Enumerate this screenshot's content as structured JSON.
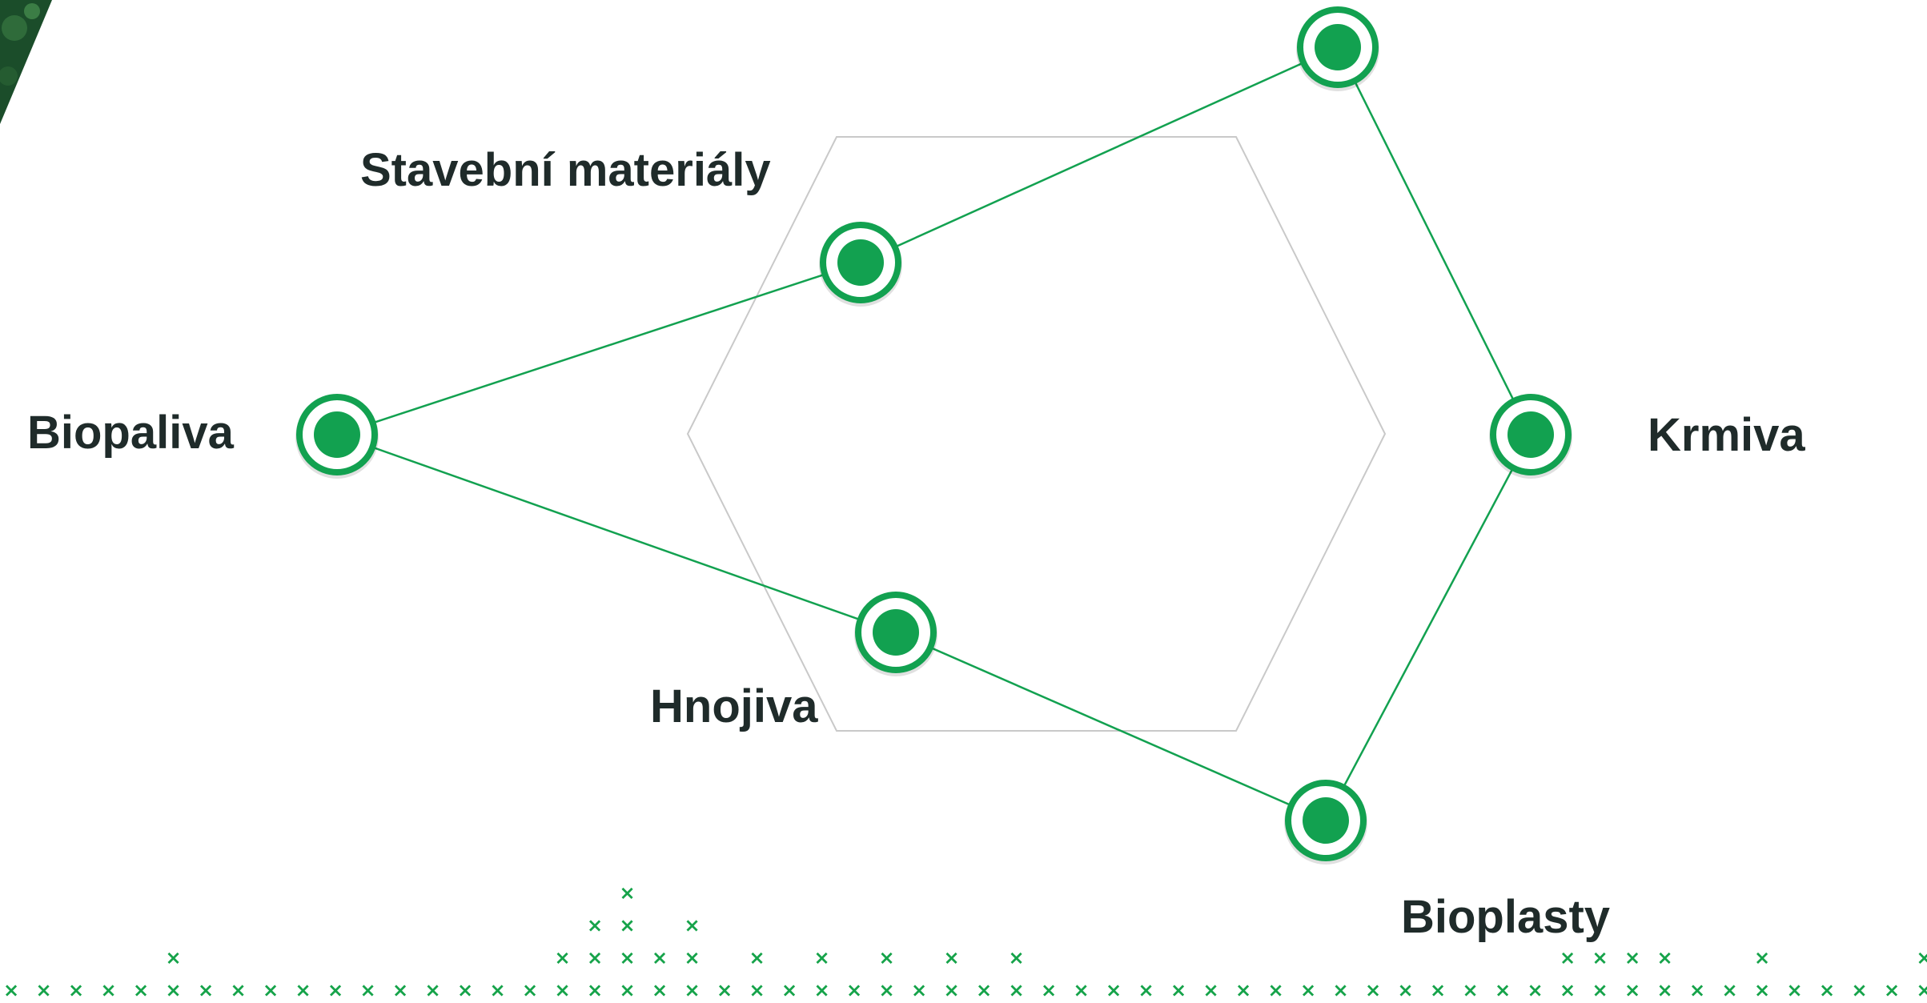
{
  "colors": {
    "accent": "#12a150",
    "line": "#12a150",
    "hexagon": "#c9c9c9",
    "text": "#1f2b2a",
    "corner": "#1b4d2a"
  },
  "nodes": [
    {
      "id": "biopaliva",
      "label": "Biopaliva"
    },
    {
      "id": "stavebni",
      "label": "Stavební materiály"
    },
    {
      "id": "top",
      "label": ""
    },
    {
      "id": "krmiva",
      "label": "Krmiva"
    },
    {
      "id": "bioplasty",
      "label": "Bioplasty"
    },
    {
      "id": "hnojiva",
      "label": "Hnojiva"
    }
  ],
  "links": [
    [
      "biopaliva",
      "stavebni"
    ],
    [
      "stavebni",
      "top"
    ],
    [
      "top",
      "krmiva"
    ],
    [
      "krmiva",
      "bioplasty"
    ],
    [
      "bioplasty",
      "hnojiva"
    ],
    [
      "hnojiva",
      "biopaliva"
    ]
  ],
  "decor": {
    "corner_image": "forest-corner-image",
    "pattern_icon": "cross-icon"
  }
}
